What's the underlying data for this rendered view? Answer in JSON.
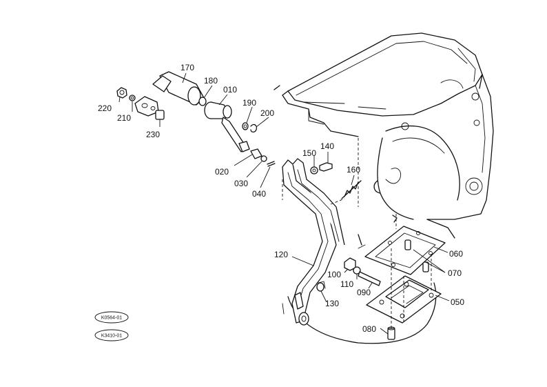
{
  "diagram": {
    "part_labels": [
      {
        "id": "p170",
        "text": "170"
      },
      {
        "id": "p180",
        "text": "180"
      },
      {
        "id": "p010",
        "text": "010"
      },
      {
        "id": "p190",
        "text": "190"
      },
      {
        "id": "p200",
        "text": "200"
      },
      {
        "id": "p220",
        "text": "220"
      },
      {
        "id": "p210",
        "text": "210"
      },
      {
        "id": "p230",
        "text": "230"
      },
      {
        "id": "p020",
        "text": "020"
      },
      {
        "id": "p030",
        "text": "030"
      },
      {
        "id": "p040",
        "text": "040"
      },
      {
        "id": "p150",
        "text": "150"
      },
      {
        "id": "p140",
        "text": "140"
      },
      {
        "id": "p160",
        "text": "160"
      },
      {
        "id": "p120",
        "text": "120"
      },
      {
        "id": "p060",
        "text": "060"
      },
      {
        "id": "p070",
        "text": "070"
      },
      {
        "id": "p100",
        "text": "100"
      },
      {
        "id": "p110",
        "text": "110"
      },
      {
        "id": "p090",
        "text": "090"
      },
      {
        "id": "p050",
        "text": "050"
      },
      {
        "id": "p130",
        "text": "130"
      },
      {
        "id": "p080",
        "text": "080"
      }
    ],
    "reference_tags": [
      {
        "id": "tag1",
        "text": "K0564-01"
      },
      {
        "id": "tag2",
        "text": "K3410-01"
      }
    ]
  }
}
